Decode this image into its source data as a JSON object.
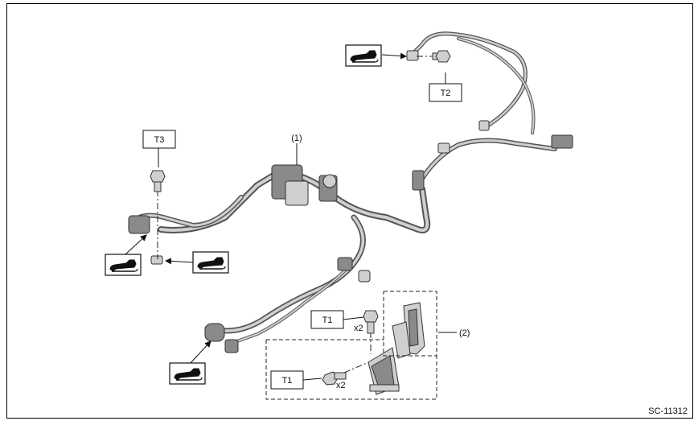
{
  "callouts": {
    "harness": "(1)",
    "bracket": "(2)"
  },
  "torque_labels": {
    "t1_upper": "T1",
    "t1_lower": "T1",
    "t2": "T2",
    "t3": "T3"
  },
  "quantities": {
    "upper": "x2",
    "lower": "x2"
  },
  "figure_code": "SC-11312",
  "icons": {
    "connector_disconnect": "connector-disconnect-icon"
  }
}
